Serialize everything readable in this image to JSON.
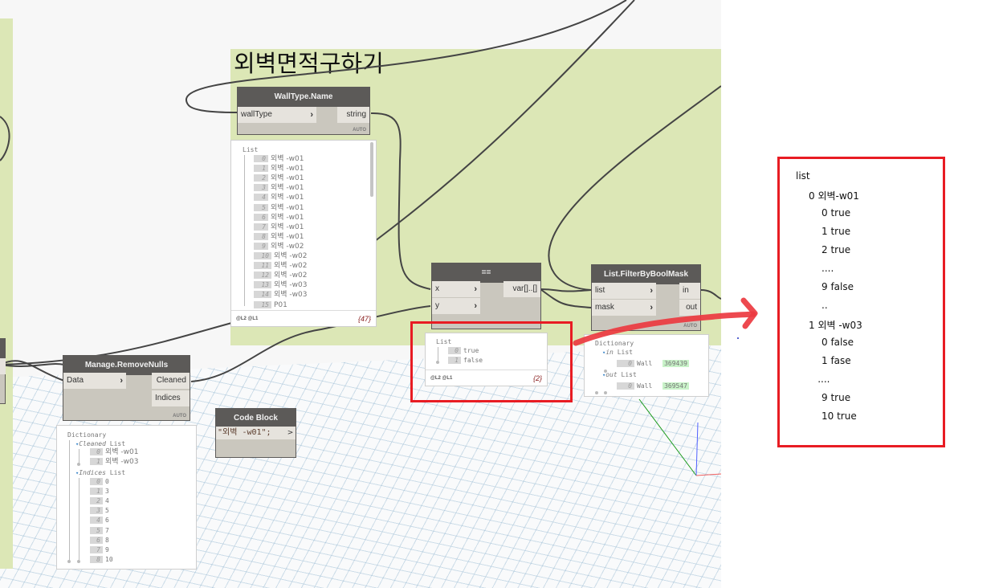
{
  "group": {
    "title": "외벽면적구하기",
    "color": "#dce7b6"
  },
  "nodes": {
    "walltype_name": {
      "title": "WallType.Name",
      "inputs": [
        "wallType"
      ],
      "outputs": [
        "string"
      ],
      "lacing": "AUTO",
      "preview": {
        "header": "List",
        "items": [
          {
            "i": "0",
            "v": "외벽 -w01"
          },
          {
            "i": "1",
            "v": "외벽 -w01"
          },
          {
            "i": "2",
            "v": "외벽 -w01"
          },
          {
            "i": "3",
            "v": "외벽 -w01"
          },
          {
            "i": "4",
            "v": "외벽 -w01"
          },
          {
            "i": "5",
            "v": "외벽 -w01"
          },
          {
            "i": "6",
            "v": "외벽 -w01"
          },
          {
            "i": "7",
            "v": "외벽 -w01"
          },
          {
            "i": "8",
            "v": "외벽 -w01"
          },
          {
            "i": "9",
            "v": "외벽 -w02"
          },
          {
            "i": "10",
            "v": "외벽 -w02"
          },
          {
            "i": "11",
            "v": "외벽 -w02"
          },
          {
            "i": "12",
            "v": "외벽 -w02"
          },
          {
            "i": "13",
            "v": "외벽 -w03"
          },
          {
            "i": "14",
            "v": "외벽 -w03"
          },
          {
            "i": "15",
            "v": "P01"
          }
        ],
        "levels": "@L2 @L1",
        "count": "{47}"
      }
    },
    "remove_nulls": {
      "title": "Manage.RemoveNulls",
      "inputs": [
        "Data"
      ],
      "outputs": [
        "Cleaned",
        "Indices"
      ],
      "lacing": "AUTO",
      "preview": {
        "header": "Dictionary",
        "cleaned_key": "Cleaned",
        "cleaned_type": "List",
        "cleaned": [
          {
            "i": "0",
            "v": "외벽 -w01"
          },
          {
            "i": "1",
            "v": "외벽 -w03"
          }
        ],
        "indices_key": "Indices",
        "indices_type": "List",
        "indices": [
          {
            "i": "0",
            "v": "0"
          },
          {
            "i": "1",
            "v": "3"
          },
          {
            "i": "2",
            "v": "4"
          },
          {
            "i": "3",
            "v": "5"
          },
          {
            "i": "4",
            "v": "6"
          },
          {
            "i": "5",
            "v": "7"
          },
          {
            "i": "6",
            "v": "8"
          },
          {
            "i": "7",
            "v": "9"
          },
          {
            "i": "8",
            "v": "10"
          }
        ]
      }
    },
    "code_block": {
      "title": "Code Block",
      "code": "\"외벽 -w01\";",
      "output_glyph": ">"
    },
    "equals": {
      "title": "==",
      "inputs": [
        "x",
        "y"
      ],
      "outputs": [
        "var[]..[]"
      ],
      "lacing": "AUTO",
      "preview": {
        "header": "List",
        "items": [
          {
            "i": "0",
            "v": "true"
          },
          {
            "i": "1",
            "v": "false"
          }
        ],
        "levels": "@L2 @L1",
        "count": "{2}"
      }
    },
    "filter_mask": {
      "title": "List.FilterByBoolMask",
      "inputs": [
        "list",
        "mask"
      ],
      "outputs": [
        "in",
        "out"
      ],
      "lacing": "AUTO",
      "preview": {
        "header": "Dictionary",
        "in_key": "in",
        "in_type": "List",
        "in_items": [
          {
            "i": "0",
            "v": "Wall",
            "id": "369439"
          }
        ],
        "out_key": "out",
        "out_type": "List",
        "out_items": [
          {
            "i": "0",
            "v": "Wall",
            "id": "369547"
          }
        ]
      }
    },
    "left_partial": {
      "lacing": "AUTO"
    }
  },
  "annotation": {
    "color": "#e81c23",
    "lines": [
      {
        "text": "list",
        "indent": 0
      },
      {
        "text": "0 외벽-w01",
        "indent": 1
      },
      {
        "text": "0 true",
        "indent": 2
      },
      {
        "text": "1 true",
        "indent": 2
      },
      {
        "text": "2 true",
        "indent": 2
      },
      {
        "text": "....",
        "indent": 2
      },
      {
        "text": "9 false",
        "indent": 2
      },
      {
        "text": "..",
        "indent": 2
      },
      {
        "text": "1 외벽 -w03",
        "indent": 1
      },
      {
        "text": "0 false",
        "indent": 2
      },
      {
        "text": "1 fase",
        "indent": 2
      },
      {
        "text": "....",
        "indent": 1.7
      },
      {
        "text": "9 true",
        "indent": 2
      },
      {
        "text": "10 true",
        "indent": 2
      }
    ]
  }
}
